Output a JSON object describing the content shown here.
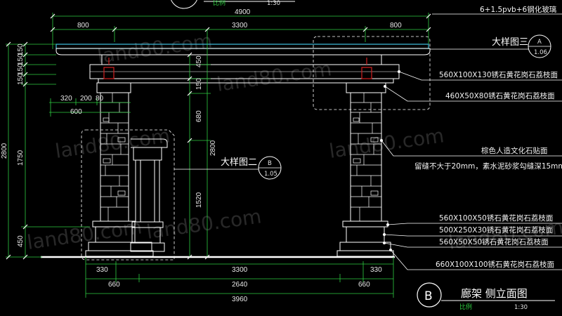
{
  "top_partial_title": {
    "scale_label": "比例",
    "scale_value": "1:30"
  },
  "top_dims": {
    "total": "4900",
    "left": "800",
    "middle": "3300",
    "right": "800"
  },
  "left_dims": {
    "a": "150",
    "b": "150",
    "c": "150",
    "d": "150",
    "total": "2800",
    "e": "1750",
    "f": "450",
    "w320": "320",
    "w200": "200",
    "w80": "80",
    "w600": "600"
  },
  "center_dims": {
    "v450": "450",
    "v150": "150",
    "v680": "680",
    "v2800": "2800",
    "v1520": "1520"
  },
  "bottom_dims": {
    "r1_left": "330",
    "r1_mid": "3300",
    "r1_right": "330",
    "r2_left": "660",
    "r2_mid": "2640",
    "r2_right": "660",
    "r3_total": "3960"
  },
  "callouts": {
    "detail3": "大样图三",
    "detail3_letter": "A",
    "detail3_num": "1.06",
    "detail2": "大样图二",
    "detail2_letter": "B",
    "detail2_num": "1.05"
  },
  "notes": {
    "glass": "6+1.5pvb+6钢化玻璃",
    "n1": "560X100X130锈石黄花岗石荔枝面",
    "n2": "460X50X80锈石黄花岗石荔枝面",
    "n3": "棕色人造文化石贴面",
    "n4": "留缝不大于20mm，素水泥砂浆勾缝深15mm",
    "n5": "560X100X50锈石黄花岗石荔枝面",
    "n6": "500X250X30锈石黄花岗石荔枝面",
    "n7": "560X50X50锈石黄花岗石荔枝面",
    "n8": "660X100X100锈石黄花岗石荔枝面"
  },
  "title_block": {
    "letter": "B",
    "title": "廊架 侧立面图",
    "scale_label": "比例",
    "scale_value": "1:30"
  },
  "watermark": "land80.com",
  "colors": {
    "line": "#ffffff",
    "dim": "#2ecc40",
    "green": "#2ecc40",
    "red": "#d02020",
    "cyan": "#40c0e0",
    "bg": "#000000"
  }
}
